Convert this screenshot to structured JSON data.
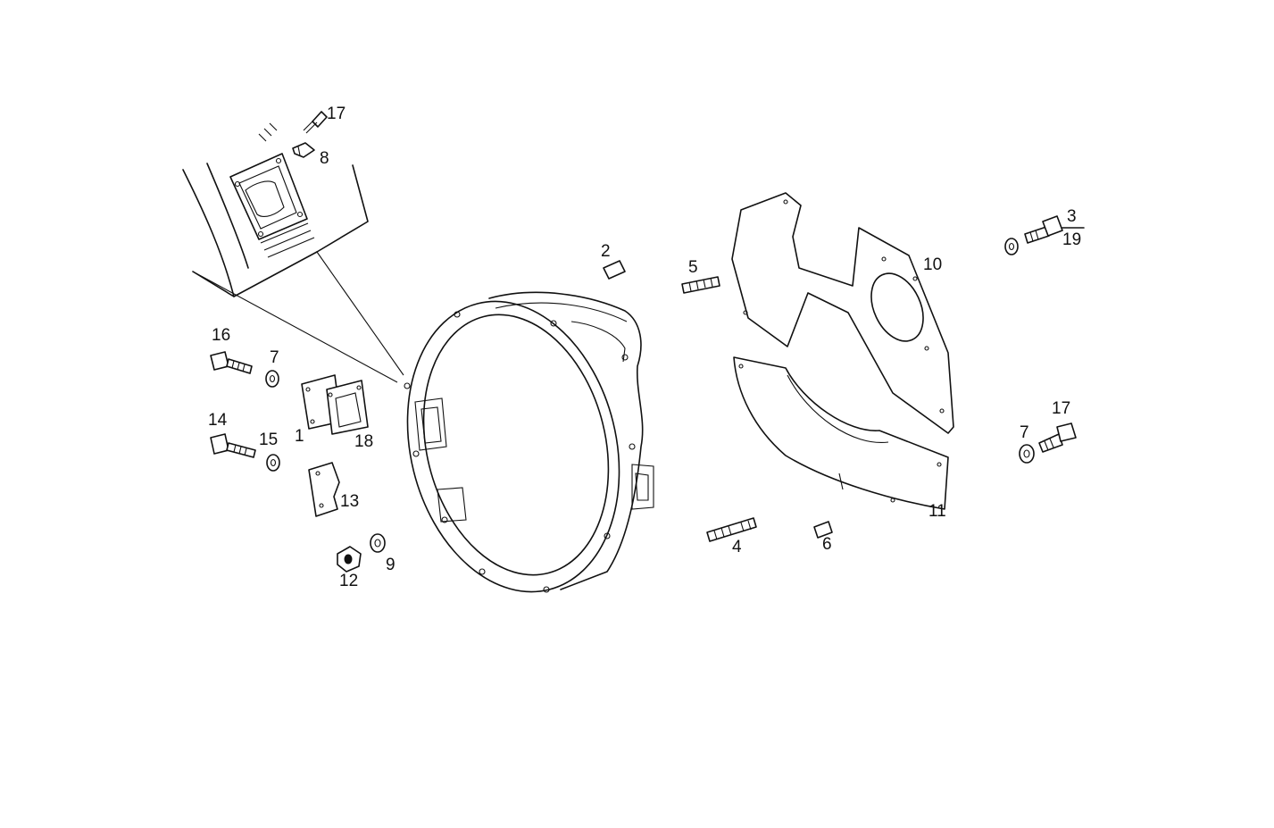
{
  "labels": {
    "p1": "1",
    "p2": "2",
    "p3": "3",
    "p19": "19",
    "p4": "4",
    "p5": "5",
    "p6": "6",
    "p7a": "7",
    "p7b": "7",
    "p8": "8",
    "p9": "9",
    "p10": "10",
    "p11": "11",
    "p12": "12",
    "p13": "13",
    "p14": "14",
    "p15": "15",
    "p16": "16",
    "p17a": "17",
    "p17b": "17",
    "p18": "18"
  }
}
